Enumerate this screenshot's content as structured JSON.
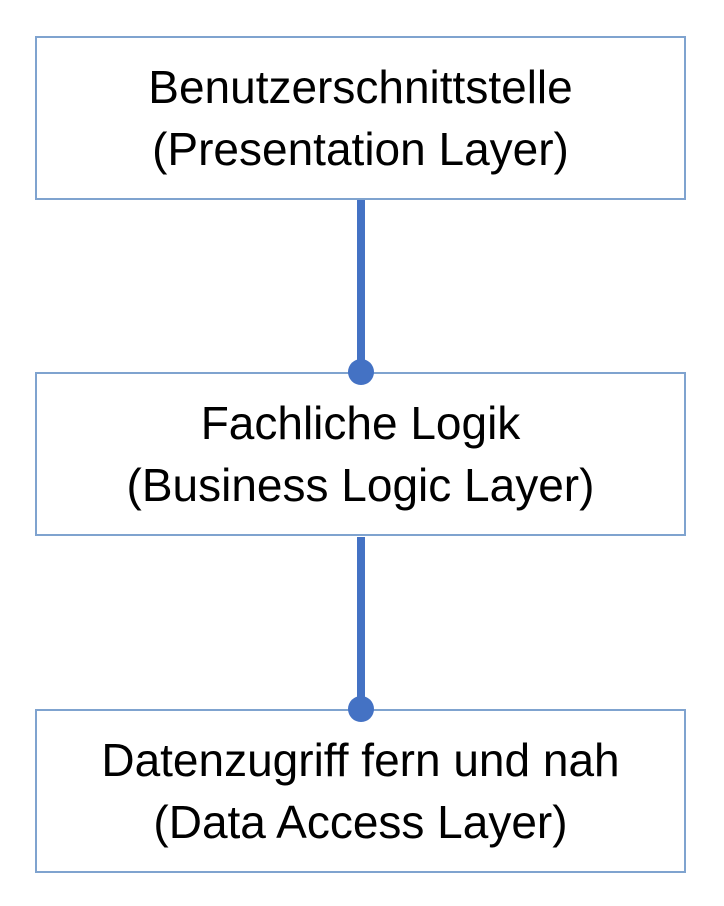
{
  "colors": {
    "box_border": "#7fa3cf",
    "connector": "#4472c4",
    "text": "#000000",
    "background": "#ffffff"
  },
  "layers": [
    {
      "title": "Benutzerschnittstelle",
      "subtitle": "(Presentation Layer)"
    },
    {
      "title": "Fachliche Logik",
      "subtitle": "(Business Logic Layer)"
    },
    {
      "title": "Datenzugriff fern und nah",
      "subtitle": "(Data Access Layer)"
    }
  ]
}
